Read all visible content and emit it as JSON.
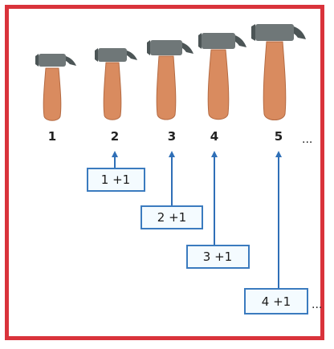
{
  "numbers": [
    "1",
    "2",
    "3",
    "4",
    "5"
  ],
  "numbers_ellipsis": "...",
  "boxes": [
    "1 +1",
    "2 +1",
    "3 +1",
    "4 +1"
  ],
  "boxes_ellipsis": "...",
  "colors": {
    "frame": "#d9333b",
    "arrow": "#2f6fb7",
    "box_border": "#3b7bbf",
    "box_fill": "#f4fbff",
    "handle": "#d98b5f",
    "handle_dark": "#b46a42",
    "head": "#6f7778",
    "head_dark": "#4c5556"
  }
}
